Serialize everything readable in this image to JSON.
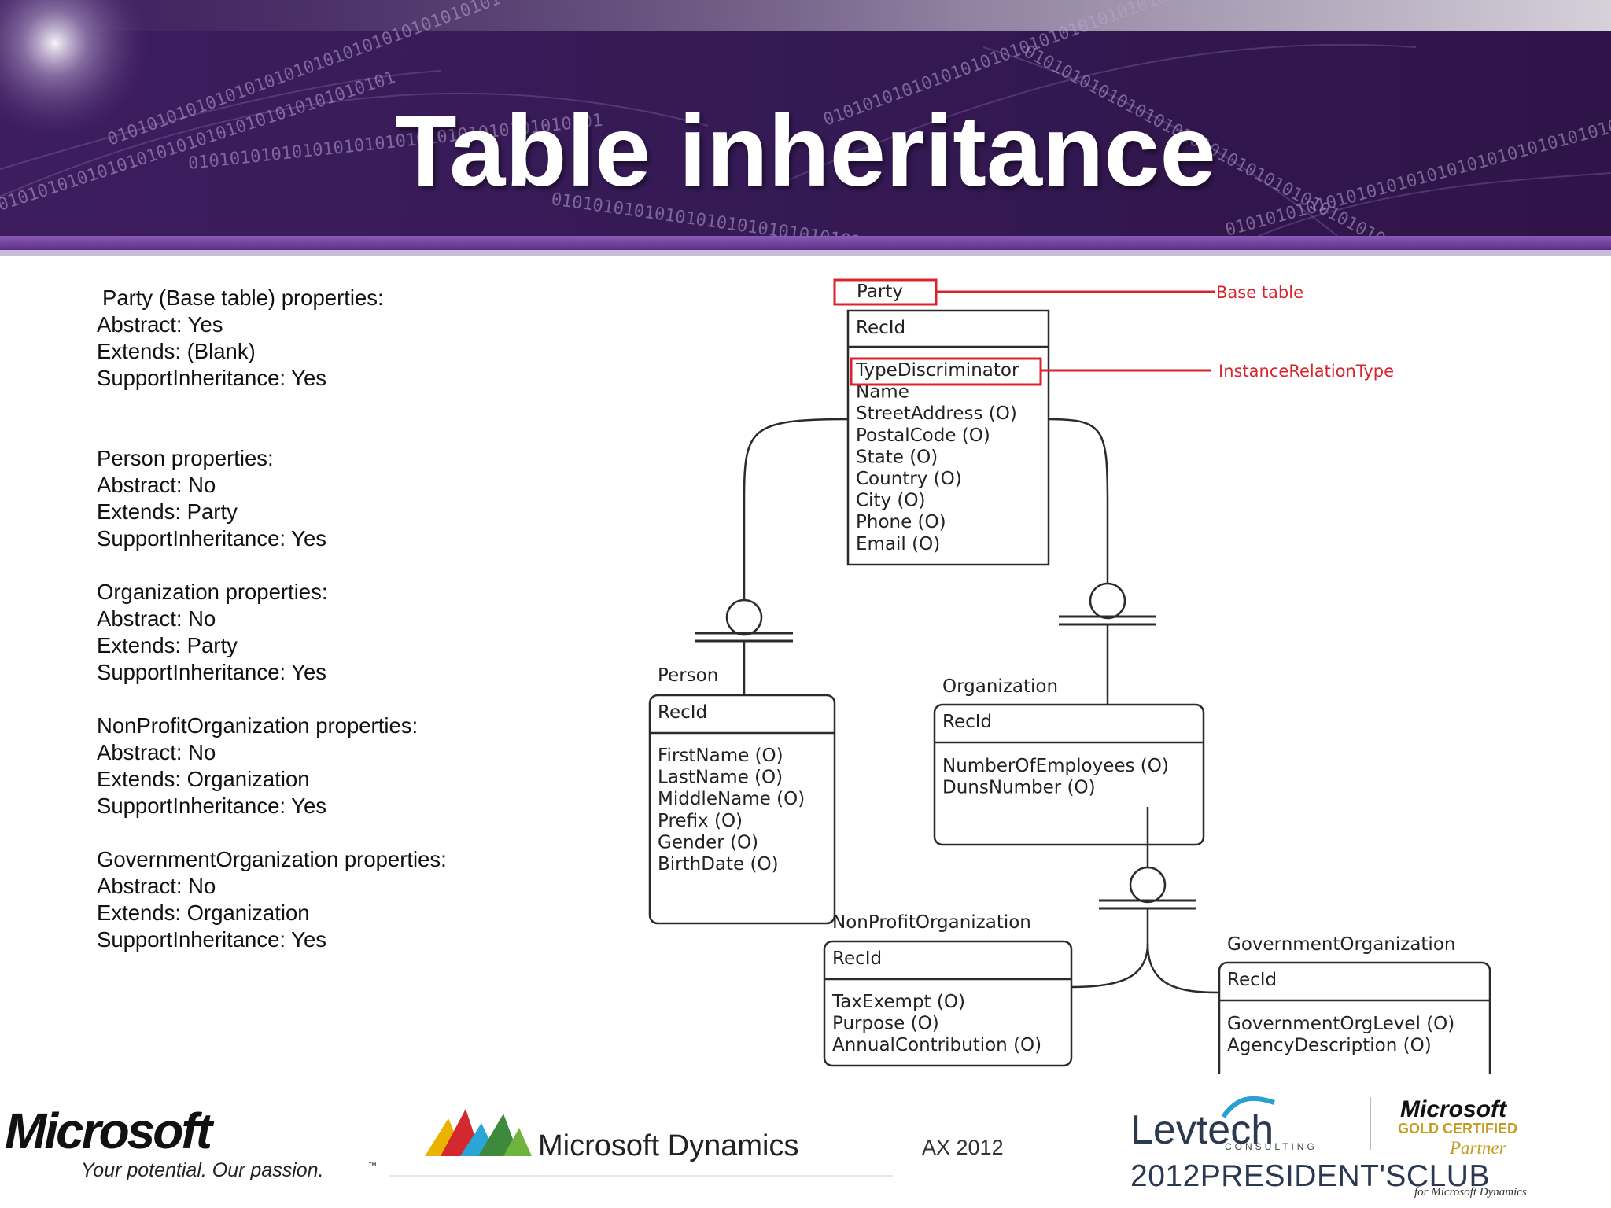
{
  "slide": {
    "title": "Table inheritance",
    "binary_pattern": "0101010101010101010101010101010101010101"
  },
  "properties": [
    {
      "heading": "Party (Base table) properties:",
      "lines": [
        "Abstract: Yes",
        "Extends: (Blank)",
        "SupportInheritance: Yes"
      ]
    },
    {
      "heading": "Person properties:",
      "lines": [
        "Abstract: No",
        "Extends: Party",
        "SupportInheritance: Yes"
      ]
    },
    {
      "heading": "Organization properties:",
      "lines": [
        "Abstract: No",
        "Extends: Party",
        "SupportInheritance: Yes"
      ]
    },
    {
      "heading": "NonProfitOrganization properties:",
      "lines": [
        "Abstract: No",
        "Extends: Organization",
        "SupportInheritance: Yes"
      ]
    },
    {
      "heading": "GovernmentOrganization properties:",
      "lines": [
        "Abstract: No",
        "Extends: Organization",
        "SupportInheritance: Yes"
      ]
    }
  ],
  "diagram": {
    "party": {
      "name": "Party",
      "key": "RecId",
      "fields": [
        "TypeDiscriminator",
        "Name",
        "StreetAddress (O)",
        "PostalCode (O)",
        "State (O)",
        "Country (O)",
        "City (O)",
        "Phone (O)",
        "Email (O)"
      ]
    },
    "person": {
      "name": "Person",
      "key": "RecId",
      "fields": [
        "FirstName (O)",
        "LastName (O)",
        "MiddleName (O)",
        "Prefix (O)",
        "Gender (O)",
        "BirthDate (O)"
      ]
    },
    "organization": {
      "name": "Organization",
      "key": "RecId",
      "fields": [
        "NumberOfEmployees (O)",
        "DunsNumber (O)"
      ]
    },
    "nonprofit": {
      "name": "NonProfitOrganization",
      "key": "RecId",
      "fields": [
        "TaxExempt (O)",
        "Purpose (O)",
        "AnnualContribution (O)"
      ]
    },
    "government": {
      "name": "GovernmentOrganization",
      "key": "RecId",
      "fields": [
        "GovernmentOrgLevel (O)",
        "AgencyDescription (O)"
      ]
    },
    "annotations": {
      "base_table": "Base table",
      "instance_relation_type": "InstanceRelationType"
    },
    "colors": {
      "annotation": "#d9232d",
      "line": "#2b2b2b"
    }
  },
  "footer": {
    "microsoft_logo": "Microsoft",
    "microsoft_tagline": "Your potential. Our passion.",
    "tagline_mark": "™",
    "dynamics_brand": "Microsoft Dynamics",
    "dynamics_version": "AX 2012",
    "levtech_name": "Levtech",
    "levtech_sub": "CONSULTING",
    "ms_gold_logo": "Microsoft",
    "gold_certified": "GOLD CERTIFIED",
    "partner": "Partner",
    "presidents_club": "2012PRESIDENT'SCLUB",
    "for_dynamics": "for Microsoft Dynamics"
  },
  "colors": {
    "banner_dark": "#2e1448",
    "banner_mid": "#4a2570",
    "banner_stripe": "#6f3e9e"
  }
}
